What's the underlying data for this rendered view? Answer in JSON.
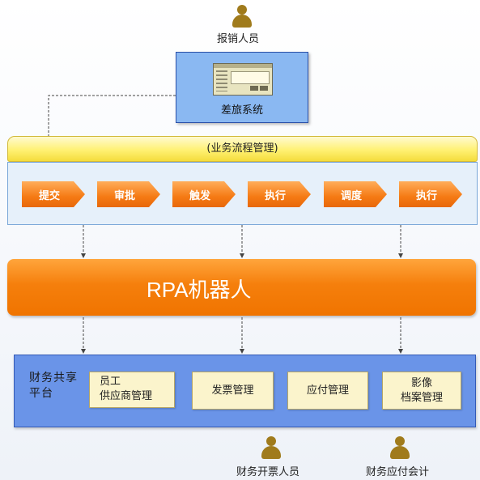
{
  "people": {
    "top": "报销人员",
    "bottom_left": "财务开票人员",
    "bottom_right": "财务应付会计"
  },
  "travel_system": {
    "label": "差旅系统"
  },
  "bpm": {
    "header": "(业务流程管理)",
    "steps": [
      "提交",
      "审批",
      "触发",
      "执行",
      "调度",
      "执行"
    ]
  },
  "rpa": {
    "label": "RPA机器人"
  },
  "finance": {
    "title": "财务共享平台",
    "modules": [
      "员工\n供应商管理",
      "发票管理",
      "应付管理",
      "影像\n档案管理"
    ]
  },
  "colors": {
    "step": "#f57a14",
    "rpa": "#f57f0c",
    "travel_box": "#8ab8f2",
    "finance_box": "#6a94e8",
    "module": "#fbf4cc",
    "bpm_header": "#fff173",
    "person": "#a07b1c"
  }
}
